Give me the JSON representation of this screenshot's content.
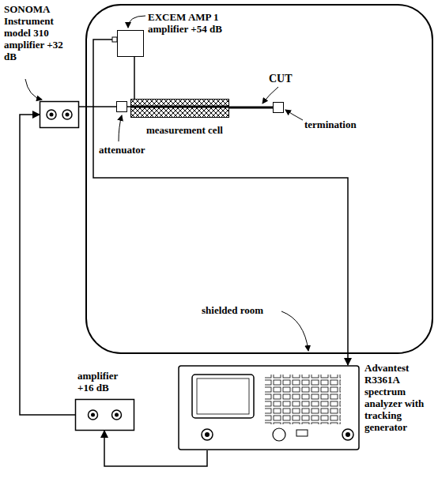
{
  "diagram": {
    "nodes": [
      {
        "text": [
          "shielded room"
        ]
      },
      {
        "text": [
          "EXCEM AMP 1 amplifier +54 dB"
        ],
        "in": 0
      },
      {
        "text": [
          "attenuator"
        ],
        "in": 0
      },
      {
        "text": [
          "measurement cell"
        ],
        "in": 0
      },
      {
        "text": [
          "termination"
        ],
        "in": 0
      },
      {
        "text": [
          "SONOMA Instrument model 310 amplifier +32 dB"
        ]
      },
      {
        "text": [
          "amplifier +16 dB"
        ]
      },
      {
        "text": [
          "Advantest R3361A spectrum analyzer with tracking generator"
        ]
      }
    ],
    "edges": [
      {
        "from": 1,
        "to": 7,
        "arrow": "to"
      },
      {
        "from": 7,
        "to": 6,
        "arrow": "to"
      },
      {
        "from": 6,
        "to": 5,
        "arrow": "to"
      },
      {
        "from": 5,
        "to": 2,
        "arrow": "none"
      },
      {
        "from": 2,
        "to": 3,
        "arrow": "none"
      },
      {
        "from": 3,
        "to": 1,
        "arrow": "none"
      },
      {
        "from": 3,
        "to": 4,
        "arrow": "none"
      }
    ],
    "labels": [
      "CUT"
    ]
  }
}
